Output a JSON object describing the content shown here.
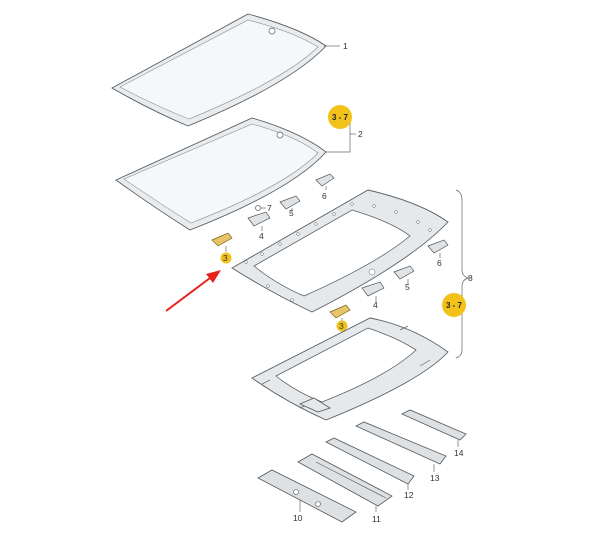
{
  "callouts": {
    "c1": "1",
    "c2": "2",
    "c3a": "3",
    "c3b": "3",
    "c4a": "4",
    "c4b": "4",
    "c5a": "5",
    "c5b": "5",
    "c6a": "6",
    "c6b": "6",
    "c7": "7",
    "c8": "8",
    "c10": "10",
    "c11": "11",
    "c12": "12",
    "c13": "13",
    "c14": "14"
  },
  "badges": {
    "b1": "3 - 7",
    "b2": "3 - 7"
  },
  "colors": {
    "badge_fill": "#f2c21b",
    "arrow": "#e8201c",
    "highlight_part": "#e7c46a"
  }
}
